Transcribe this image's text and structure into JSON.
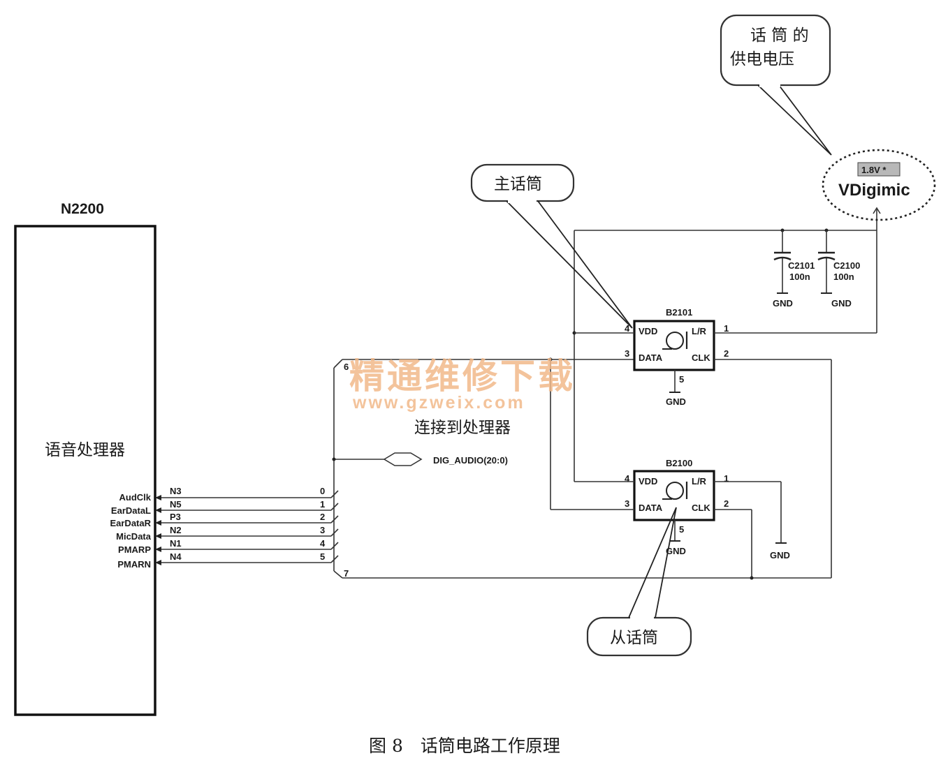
{
  "processor": {
    "refdes": "N2200",
    "label": "语音处理器",
    "signals": [
      {
        "name": "AudClk",
        "net": "N3",
        "bus_index": "0"
      },
      {
        "name": "EarDataL",
        "net": "N5",
        "bus_index": "1"
      },
      {
        "name": "EarDataR",
        "net": "P3",
        "bus_index": "2"
      },
      {
        "name": "MicData",
        "net": "N2",
        "bus_index": "3"
      },
      {
        "name": "PMARP",
        "net": "N1",
        "bus_index": "4"
      },
      {
        "name": "PMARN",
        "net": "N4",
        "bus_index": "5"
      }
    ]
  },
  "bus": {
    "top_index": "6",
    "bottom_index": "7",
    "connector_label": "DIG_AUDIO(20:0)",
    "caption": "连接到处理器"
  },
  "mic_main": {
    "refdes": "B2101",
    "pins": {
      "vdd": "VDD",
      "lr": "L/R",
      "data": "DATA",
      "clk": "CLK"
    },
    "pin_numbers": {
      "vdd": "4",
      "lr": "1",
      "data": "3",
      "clk": "2",
      "gnd": "5"
    },
    "gnd": "GND"
  },
  "mic_slave": {
    "refdes": "B2100",
    "pins": {
      "vdd": "VDD",
      "lr": "L/R",
      "data": "DATA",
      "clk": "CLK"
    },
    "pin_numbers": {
      "vdd": "4",
      "lr": "1",
      "data": "3",
      "clk": "2",
      "gnd": "5"
    },
    "gnd": "GND",
    "lr_gnd": "GND"
  },
  "capacitors": [
    {
      "refdes": "C2101",
      "value": "100n",
      "gnd": "GND"
    },
    {
      "refdes": "C2100",
      "value": "100n",
      "gnd": "GND"
    }
  ],
  "supply": {
    "voltage": "1.8V *",
    "net": "VDigimic"
  },
  "callouts": {
    "supply_line1": "话 筒 的",
    "supply_line2": "供电电压",
    "main_mic": "主话筒",
    "slave_mic": "从话筒"
  },
  "watermark": {
    "title": "精通维修下载",
    "url": "www.gzweix.com"
  },
  "figure_caption": "图 8　话筒电路工作原理",
  "colors": {
    "line": "#333333",
    "watermark": "#f2b98a",
    "voltage_badge": "#b8b8b8"
  }
}
